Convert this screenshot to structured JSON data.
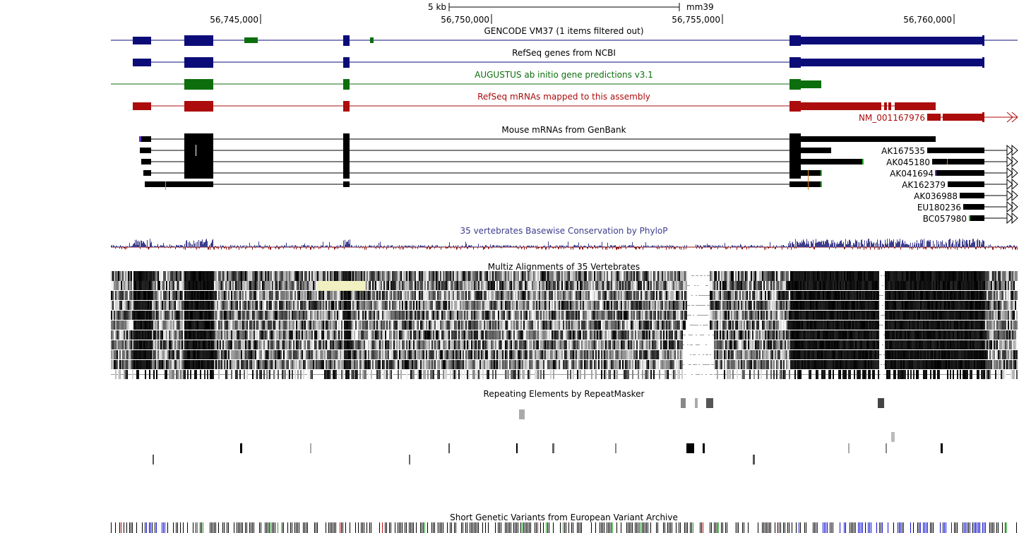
{
  "ruler": {
    "scale_label": "5 kb",
    "assembly": "mm39",
    "positions": [
      "56,745,000",
      "56,750,000",
      "56,755,000",
      "56,760,000"
    ]
  },
  "tracks": {
    "gencode": "GENCODE VM37 (1 items filtered out)",
    "refseq_ncbi": "RefSeq genes from NCBI",
    "augustus": "AUGUSTUS ab initio gene predictions v3.1",
    "refseq_mrna": "RefSeq mRNAs mapped to this assembly",
    "mouse_mrna": "Mouse mRNAs from GenBank",
    "phylop": "35 vertebrates Basewise Conservation by PhyloP",
    "multiz": "Multiz Alignments of 35 Vertebrates",
    "repeatmasker": "Repeating Elements by RepeatMasker",
    "eva": "Short Genetic Variants from European Variant Archive"
  },
  "refseq_mrna_item": "NM_001167976",
  "mrna_items": [
    "AK167535",
    "AK045180",
    "AK041694",
    "AK162379",
    "AK036988",
    "EU180236",
    "BC057980"
  ],
  "colors": {
    "gencode": "#0c0c78",
    "augustus": "#0c6e0c",
    "refseq_mrna": "#ac0c0c",
    "phylop_pos": "#3c3c8c",
    "phylop_neg": "#8c1414"
  }
}
